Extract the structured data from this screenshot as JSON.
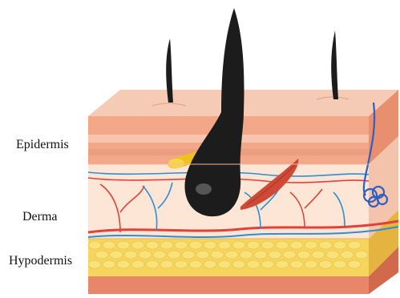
{
  "labels": {
    "epidermis": "Epidermis",
    "derma": "Derma",
    "hypodermis": "Hypodermis"
  },
  "colors": {
    "epidermis_top": "#f6cbb6",
    "epidermis_front": "#f2a888",
    "epidermis_side": "#e88f6f",
    "derma": "#fde6d6",
    "derma_side": "#f3c3ab",
    "hypodermis": "#f6d55c",
    "hypodermis_side": "#e5b440",
    "fat_cell": "#f9e27a",
    "deep_layer": "#e57a5a",
    "hair": "#1c1c1c",
    "artery": "#e0413a",
    "vein": "#2f8ed0",
    "muscle": "#cf4a36",
    "gland": "#f0c020"
  },
  "icons": [
    "hair-follicle-icon",
    "sebaceous-gland-icon",
    "arrector-pili-muscle-icon",
    "sweat-gland-icon",
    "blood-vessel-icon",
    "fat-cell-icon"
  ]
}
